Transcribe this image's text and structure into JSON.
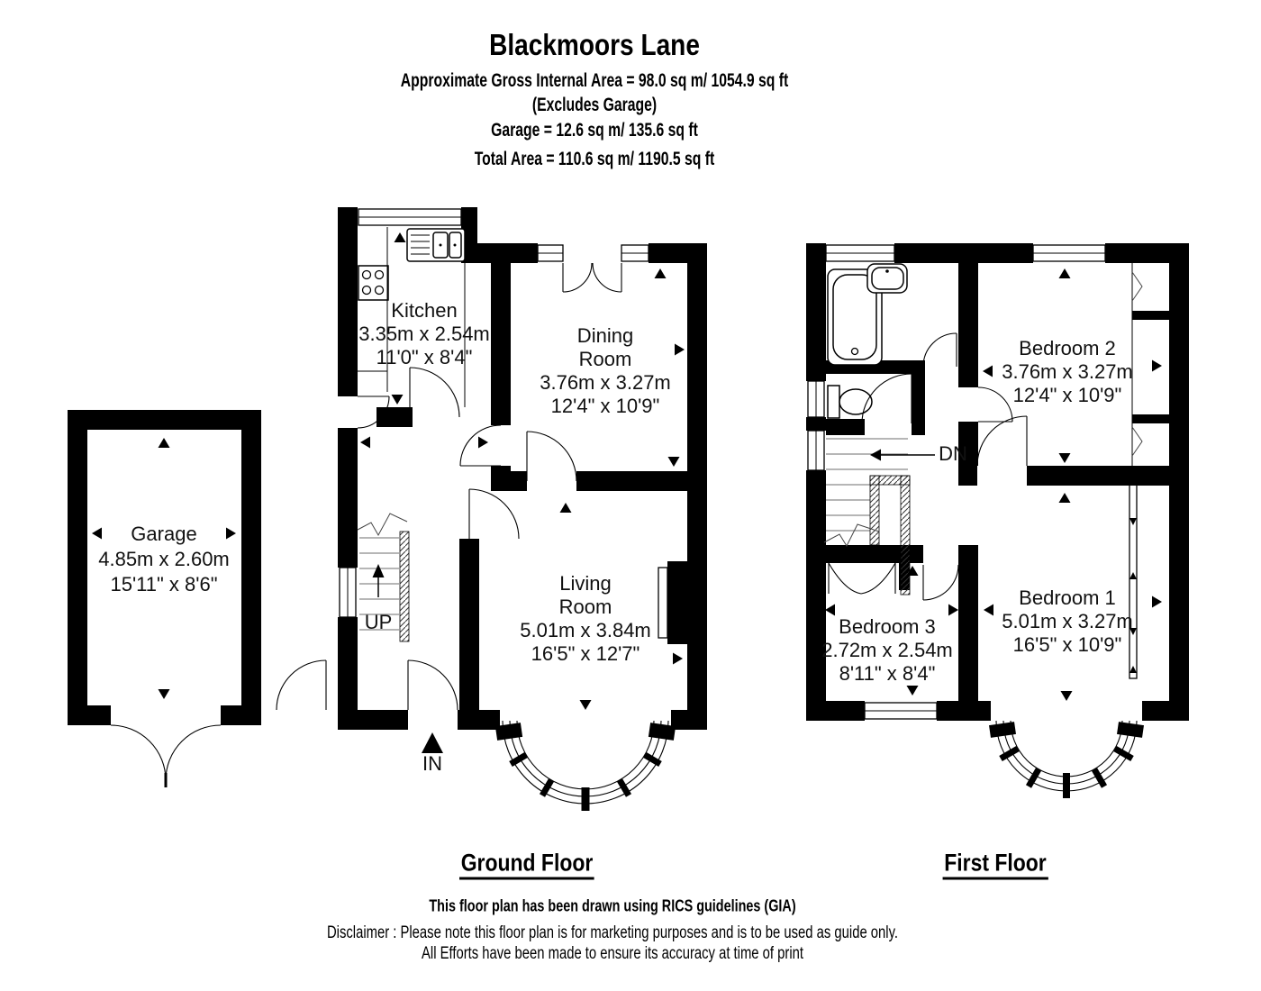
{
  "header": {
    "title": "Blackmoors Lane",
    "line1": "Approximate Gross Internal Area = 98.0 sq m/ 1054.9 sq ft",
    "line2": "(Excludes Garage)",
    "line3": "Garage = 12.6 sq m/ 135.6 sq ft",
    "line4": "Total Area = 110.6 sq m/ 1190.5 sq ft"
  },
  "floors": {
    "ground": {
      "label": "Ground Floor",
      "stairs_label": "UP",
      "entrance_label": "IN",
      "rooms": {
        "garage": {
          "name": "Garage",
          "metric": "4.85m x 2.60m",
          "imperial": "15'11\" x 8'6\""
        },
        "kitchen": {
          "name": "Kitchen",
          "metric": "3.35m x 2.54m",
          "imperial": "11'0\" x 8'4\""
        },
        "dining": {
          "name1": "Dining",
          "name2": "Room",
          "metric": "3.76m x 3.27m",
          "imperial": "12'4\" x 10'9\""
        },
        "living": {
          "name1": "Living",
          "name2": "Room",
          "metric": "5.01m x 3.84m",
          "imperial": "16'5\" x 12'7\""
        }
      }
    },
    "first": {
      "label": "First Floor",
      "stairs_label": "DN",
      "rooms": {
        "bedroom2": {
          "name": "Bedroom 2",
          "metric": "3.76m x 3.27m",
          "imperial": "12'4\" x 10'9\""
        },
        "bedroom1": {
          "name": "Bedroom 1",
          "metric": "5.01m x 3.27m",
          "imperial": "16'5\" x 10'9\""
        },
        "bedroom3": {
          "name": "Bedroom 3",
          "metric": "2.72m x 2.54m",
          "imperial": "8'11\" x 8'4\""
        }
      }
    }
  },
  "footer": {
    "line1": "This floor plan has been drawn using RICS guidelines (GIA)",
    "line2": "Disclaimer : Please note this floor plan is for marketing purposes and is to be used as guide only.",
    "line3": "All Efforts have been made to ensure its accuracy at time of print"
  },
  "colors": {
    "wall": "#000000",
    "background": "#ffffff",
    "tread_line": "#8a8a8a"
  }
}
